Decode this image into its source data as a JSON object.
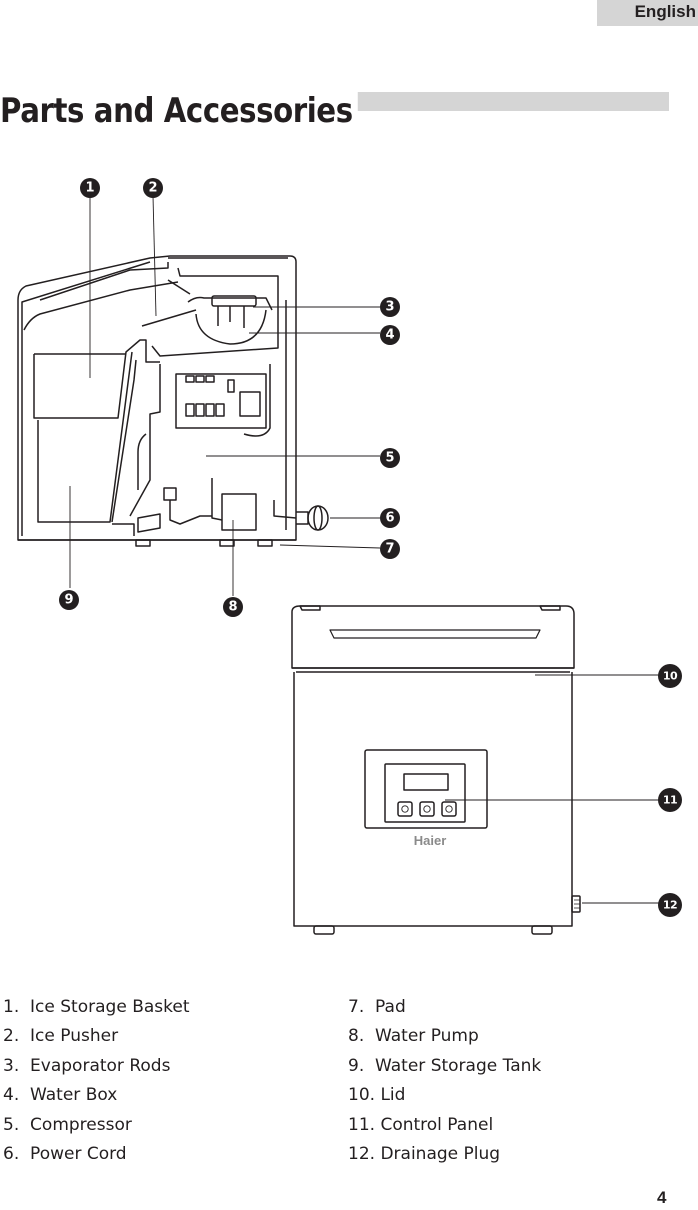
{
  "header": {
    "language_tab": "English"
  },
  "title": "Parts and Accessories",
  "callouts": [
    "1",
    "2",
    "3",
    "4",
    "5",
    "6",
    "7",
    "8",
    "9",
    "10",
    "11",
    "12"
  ],
  "brand_logo": "Haier",
  "parts": [
    {
      "number": "1.",
      "label": "Ice Storage Basket"
    },
    {
      "number": "2.",
      "label": "Ice Pusher"
    },
    {
      "number": "3.",
      "label": "Evaporator Rods"
    },
    {
      "number": "4.",
      "label": "Water Box"
    },
    {
      "number": "5.",
      "label": "Compressor"
    },
    {
      "number": "6.",
      "label": "Power Cord"
    },
    {
      "number": "7.",
      "label": "Pad"
    },
    {
      "number": "8.",
      "label": "Water Pump"
    },
    {
      "number": "9.",
      "label": "Water Storage Tank"
    },
    {
      "number": "10.",
      "label": "Lid"
    },
    {
      "number": "11.",
      "label": "Control Panel"
    },
    {
      "number": "12.",
      "label": "Drainage Plug"
    }
  ],
  "page_number": "4"
}
